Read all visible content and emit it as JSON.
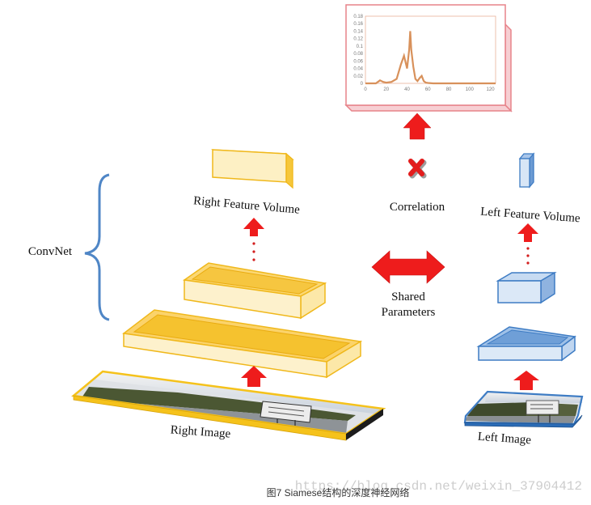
{
  "labels": {
    "convnet": "ConvNet",
    "right_feature_volume": "Right Feature Volume",
    "left_feature_volume": "Left Feature Volume",
    "correlation": "Correlation",
    "shared": "Shared",
    "parameters": "Parameters",
    "right_image": "Right Image",
    "left_image": "Left Image"
  },
  "watermark": "https://blog.csdn.net/weixin_37904412",
  "caption": "图7 Siamese结构的深度神经网络",
  "colors": {
    "right_branch": "#f5c21b",
    "left_branch": "#3e7cc4",
    "arrow": "#ee1c1c",
    "brace": "#4f86c6",
    "plot_frame": "#e7838a",
    "plot_line": "#d8915b"
  },
  "chart_data": {
    "type": "line",
    "title": "",
    "xlabel": "",
    "ylabel": "",
    "xlim": [
      0,
      125
    ],
    "ylim": [
      0,
      0.18
    ],
    "x_ticks": [
      "0",
      "20",
      "40",
      "60",
      "80",
      "100",
      "120"
    ],
    "y_ticks": [
      "0",
      "0.02",
      "0.04",
      "0.06",
      "0.08",
      "0.1",
      "0.12",
      "0.14",
      "0.16",
      "0.18"
    ],
    "x": [
      0,
      10,
      14,
      17,
      20,
      25,
      30,
      34,
      37,
      40,
      42,
      43,
      44,
      46,
      48,
      50,
      52,
      54,
      56,
      58,
      60,
      65,
      70,
      80,
      100,
      125
    ],
    "y": [
      0,
      0,
      0.008,
      0.004,
      0.002,
      0.004,
      0.012,
      0.05,
      0.074,
      0.04,
      0.09,
      0.14,
      0.09,
      0.045,
      0.012,
      0.006,
      0.014,
      0.02,
      0.006,
      0.002,
      0.001,
      0,
      0,
      0,
      0,
      0
    ]
  }
}
